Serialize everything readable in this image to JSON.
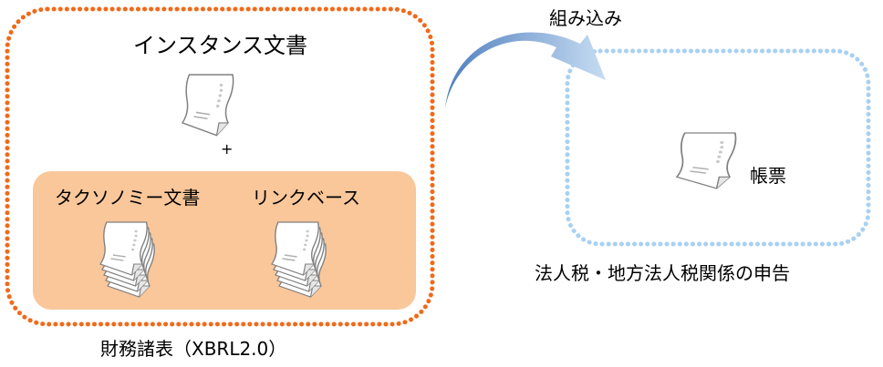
{
  "instance_document": "インスタンス文書",
  "plus_sign": "+",
  "taxonomy_document": "タクソノミー文書",
  "linkbase": "リンクベース",
  "financial_statements": "財務諸表（XBRL2.0）",
  "embed_label": "組み込み",
  "form_label": "帳票",
  "filing_label": "法人税・地方法人税関係の申告",
  "colors": {
    "left_frame_border": "#f06a1a",
    "inner_box_fill": "#f9c79a",
    "right_frame_border": "#a8d1f2",
    "arrow_dark": "#4f7fbf",
    "arrow_light": "#b9d3ef",
    "paper_fill": "#ffffff",
    "paper_stroke": "#7a7a7a"
  },
  "icons": {
    "document": "document-icon",
    "document_stack": "document-stack-icon",
    "arrow": "curved-arrow-icon"
  }
}
